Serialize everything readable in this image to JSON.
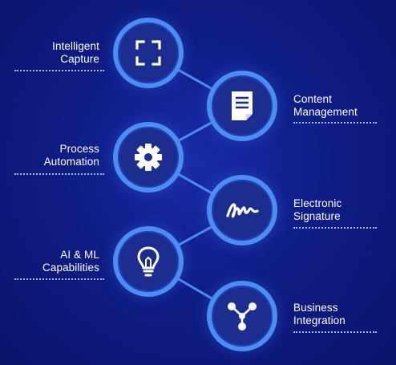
{
  "items": [
    {
      "label_line1": "Intelligent",
      "label_line2": "Capture",
      "icon": "capture-frame-icon"
    },
    {
      "label_line1": "Content",
      "label_line2": "Management",
      "icon": "document-icon"
    },
    {
      "label_line1": "Process",
      "label_line2": "Automation",
      "icon": "gear-icon"
    },
    {
      "label_line1": "Electronic",
      "label_line2": "Signature",
      "icon": "signature-icon"
    },
    {
      "label_line1": "AI & ML",
      "label_line2": "Capabilities",
      "icon": "lightbulb-icon"
    },
    {
      "label_line1": "Business",
      "label_line2": "Integration",
      "icon": "network-nodes-icon"
    }
  ],
  "colors": {
    "background": "#0f1d86",
    "node_fill": "#1c2d8f",
    "node_ring": "#4b8df0",
    "connector": "#4b8df0",
    "text": "#ffffff"
  }
}
